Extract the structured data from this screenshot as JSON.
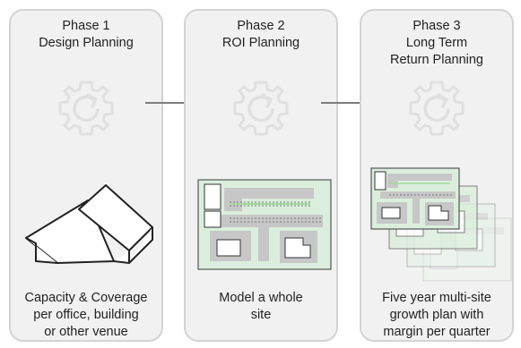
{
  "phases": [
    {
      "title_lines": [
        "Phase 1",
        "Design Planning"
      ],
      "description_lines": [
        "Capacity & Coverage",
        "per office, building",
        "or other venue"
      ],
      "icon": "house-outline-icon"
    },
    {
      "title_lines": [
        "Phase 2",
        "ROI Planning"
      ],
      "description_lines": [
        "Model a whole",
        "site"
      ],
      "icon": "site-floorplan-icon"
    },
    {
      "title_lines": [
        "Phase 3",
        "Long Term",
        "Return Planning"
      ],
      "description_lines": [
        "Five year multi-site",
        "growth plan with",
        "margin per quarter"
      ],
      "icon": "stacked-floorplans-icon"
    }
  ],
  "process_icon": "gear-cycle-icon",
  "connector_icon": "arrow-right-icon",
  "colors": {
    "panel": "#f1f1f1",
    "panel_border": "#d3d3d3",
    "gear": "#e0e0e0",
    "arrow": "#7d7d7d",
    "floorplan_fill": "#dbeedd",
    "floorplan_border": "#555555"
  }
}
